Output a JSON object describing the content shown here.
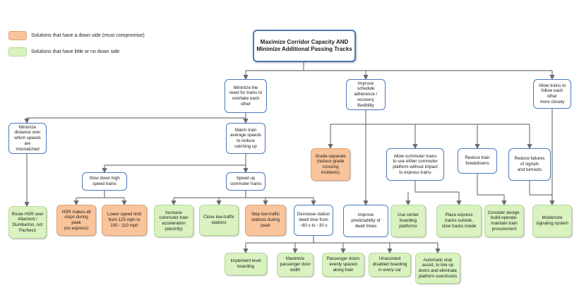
{
  "legend": {
    "compromise": {
      "label": "Solutions that have a down side (must compromise)",
      "color": "#f9c49b"
    },
    "no_downside": {
      "label": "Solutions that have little or no down side",
      "color": "#d9f2c0"
    }
  },
  "nodes": {
    "root": "Maximize Corridor Capacity AND\nMinimize Additional Passing Tracks",
    "minimize_need_overtake": "Minimize the\nneed for trains to\novertake each\nother",
    "improve_schedule": "Improve schedule\nadherence /\nrecovery\nflexibility",
    "allow_follow_closely": "Allow trains to\nfollow each other\nmore closely",
    "minimize_distance": "Minimize\ndistance over\nwhich speeds are\nmismatched",
    "match_speeds": "Match train\naverage speeds\nto reduce\ncatching up",
    "slow_down_hs": "Slow down high\nspeed trains",
    "speed_up_commuter": "Speed up\ncommuter trains",
    "grade_separate": "Grade-separate\n(reduce grade\ncrossing\nincidents)",
    "allow_commuter_either": "Allow commuter trains\nto use either commuter\nplatform without impact\nto express trains",
    "reduce_breakdowns": "Reduce train\nbreakdowns",
    "reduce_failures": "Reduce failures\nof signals\nand turnouts",
    "route_hsr": "Route HSR over\nAltamont /\nDumbarton, not\nPacheco",
    "hsr_all_stops": "HSR makes all\nstops during peak\n(no express)",
    "lower_speed_limit": "Lower speed limit\nfrom 125 mph to\n100 - 110 mph",
    "increase_accel": "Increase\ncommuter train\nacceleration\n(electrify)",
    "close_low_traffic": "Close low-traffic\nstations",
    "skip_low_traffic": "Skip low-traffic\nstations during\npeak",
    "decrease_dwell": "Decrease station\ndwell time from\n~60 s to ~30 s",
    "improve_predictability": "Improve\npredictability of\ndwell times",
    "center_boarding": "Use center\nboarding\nplatforms",
    "express_outside": "Place express\ntracks outside,\nslow tracks inside",
    "design_build": "Consider design-\nbuild-operate-\nmaintain train\nprocurement",
    "modernize_signaling": "Modernize\nsignaling system",
    "level_boarding": "Implement level\nboarding",
    "max_door_width": "Maximize\npassenger door\nwidth",
    "doors_evenly": "Passenger doors\nevenly spaced\nalong train",
    "unassisted_disabled": "Unassisted\ndisabled boarding\nin every car",
    "auto_stop_assist": "Automatic stop\nassist, to line up\ndoors and eliminate\nplatform overshoots"
  }
}
